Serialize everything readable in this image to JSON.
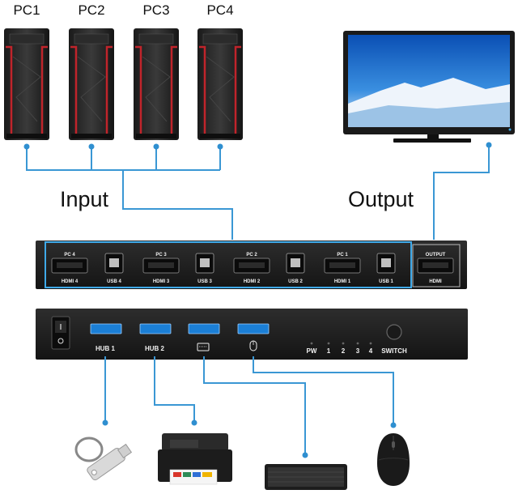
{
  "pcs": [
    {
      "label": "PC1"
    },
    {
      "label": "PC2"
    },
    {
      "label": "PC3"
    },
    {
      "label": "PC4"
    }
  ],
  "labels": {
    "input": "Input",
    "output": "Output"
  },
  "back_panel": {
    "ports": [
      {
        "top": "PC 4",
        "hdmi": "HDMI 4",
        "usb": "USB 4"
      },
      {
        "top": "PC 3",
        "hdmi": "HDMI 3",
        "usb": "USB 3"
      },
      {
        "top": "PC 2",
        "hdmi": "HDMI 2",
        "usb": "USB 2"
      },
      {
        "top": "PC 1",
        "hdmi": "HDMI 1",
        "usb": "USB 1"
      }
    ],
    "output_top": "OUTPUT",
    "output_bottom": "HDMI"
  },
  "front_panel": {
    "hub1": "HUB 1",
    "hub2": "HUB 2",
    "leds": [
      "PW",
      "1",
      "2",
      "3",
      "4"
    ],
    "switch": "SWITCH"
  },
  "peripherals": [
    {
      "icon": "usb-flash-drive-icon"
    },
    {
      "icon": "printer-icon"
    },
    {
      "icon": "keyboard-icon"
    },
    {
      "icon": "mouse-icon"
    }
  ],
  "colors": {
    "wire": "#3a97d4",
    "device": "#222222",
    "accent": "#c0242b",
    "highlight": "#3fa9e8"
  }
}
